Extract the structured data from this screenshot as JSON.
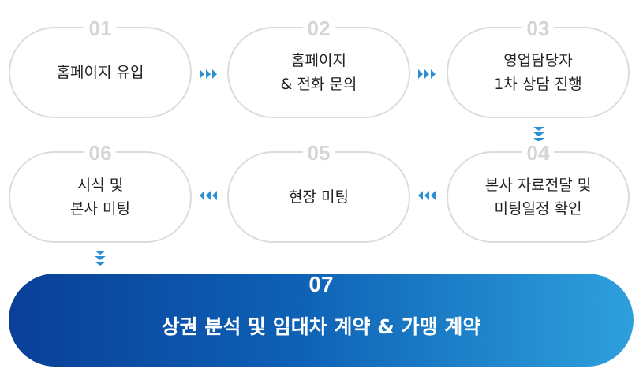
{
  "steps": [
    {
      "num": "01",
      "lines": [
        "홈페이지 유입"
      ]
    },
    {
      "num": "02",
      "lines": [
        "홈페이지",
        "& 전화 문의"
      ]
    },
    {
      "num": "03",
      "lines": [
        "영업담당자",
        "1차 상담 진행"
      ]
    },
    {
      "num": "04",
      "lines": [
        "본사 자료전달 및",
        "미팅일정 확인"
      ]
    },
    {
      "num": "05",
      "lines": [
        "현장 미팅"
      ]
    },
    {
      "num": "06",
      "lines": [
        "시식 및",
        "본사 미팅"
      ]
    }
  ],
  "final": {
    "num": "07",
    "label": "상권 분석 및 임대차 계약 & 가맹 계약"
  },
  "colors": {
    "arrow": "#2b8fd6",
    "border": "#dcdcdc",
    "number": "#d5d5d5",
    "final_start": "#0a3f97",
    "final_end": "#2ea0dc"
  }
}
